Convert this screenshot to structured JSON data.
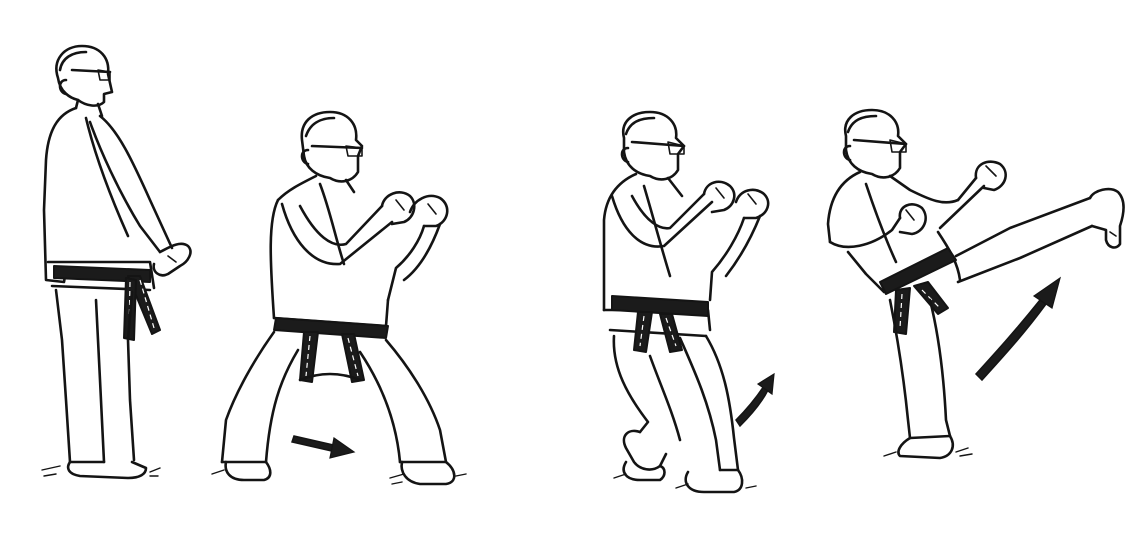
{
  "scene": {
    "description_visible_text": "",
    "ink_color": "#141414",
    "paper_color": "#ffffff",
    "figures": [
      {
        "id": "ready-stance"
      },
      {
        "id": "horse-stance"
      },
      {
        "id": "knee-lift"
      },
      {
        "id": "front-kick"
      }
    ],
    "arrows": [
      {
        "id": "slide-arrow"
      },
      {
        "id": "lift-arrow"
      },
      {
        "id": "kick-arrow"
      }
    ]
  }
}
